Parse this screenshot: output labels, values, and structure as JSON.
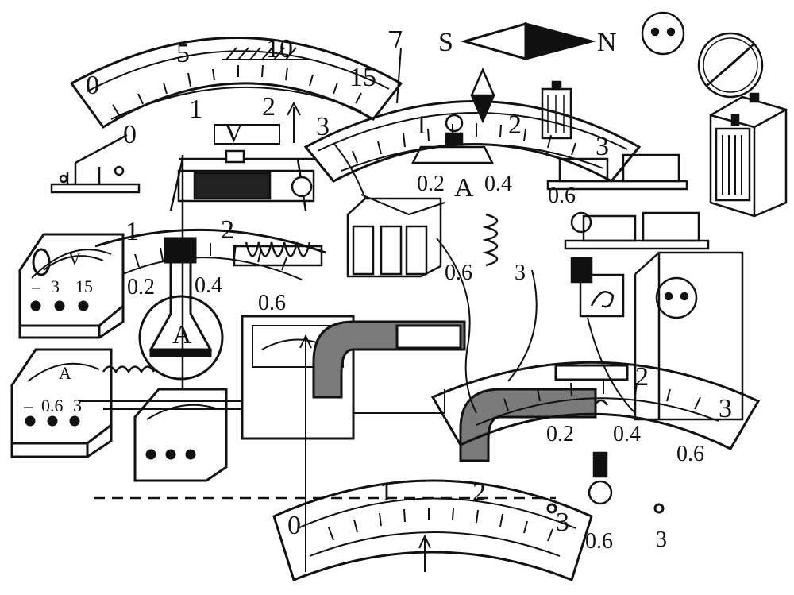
{
  "voltmeter": {
    "unit": "V",
    "upper_scale": [
      "0",
      "5",
      "10",
      "15"
    ],
    "lower_scale": [
      "0",
      "1",
      "2",
      "3"
    ]
  },
  "ammeter_mid": {
    "unit": "A",
    "upper_scale": [
      "1",
      "2",
      "3"
    ],
    "lower_scale": [
      "0.2",
      "0.4",
      "0.6"
    ],
    "terminals": [
      "0.6",
      "3"
    ]
  },
  "ammeter_left": {
    "upper_scale": [
      "1",
      "2"
    ],
    "lower_scale": [
      "0.2",
      "0.4",
      "0.6"
    ]
  },
  "ammeter_right": {
    "upper_scale": [
      "2",
      "3"
    ],
    "lower_scale": [
      "0.2",
      "0.4",
      "0.6"
    ]
  },
  "ammeter_bottom": {
    "upper_scale": [
      "0",
      "1",
      "2",
      "3"
    ],
    "terminals": [
      "0.6",
      "3"
    ]
  },
  "bench_voltmeter": {
    "unit": "V",
    "terminals": [
      "–",
      "3",
      "15"
    ]
  },
  "bench_ammeter": {
    "unit": "A",
    "terminals": [
      "–",
      "0.6",
      "3"
    ]
  },
  "flask_label": "A",
  "compass_bar": {
    "south": "S",
    "north": "N"
  },
  "colors": {
    "ink": "#111111",
    "paper": "#ffffff",
    "magnet_fill": "#7a7a7a"
  },
  "icons": [
    "compass-icon",
    "battery-icon",
    "socket-icon",
    "bulb-icon",
    "rheostat-icon",
    "switch-icon"
  ]
}
